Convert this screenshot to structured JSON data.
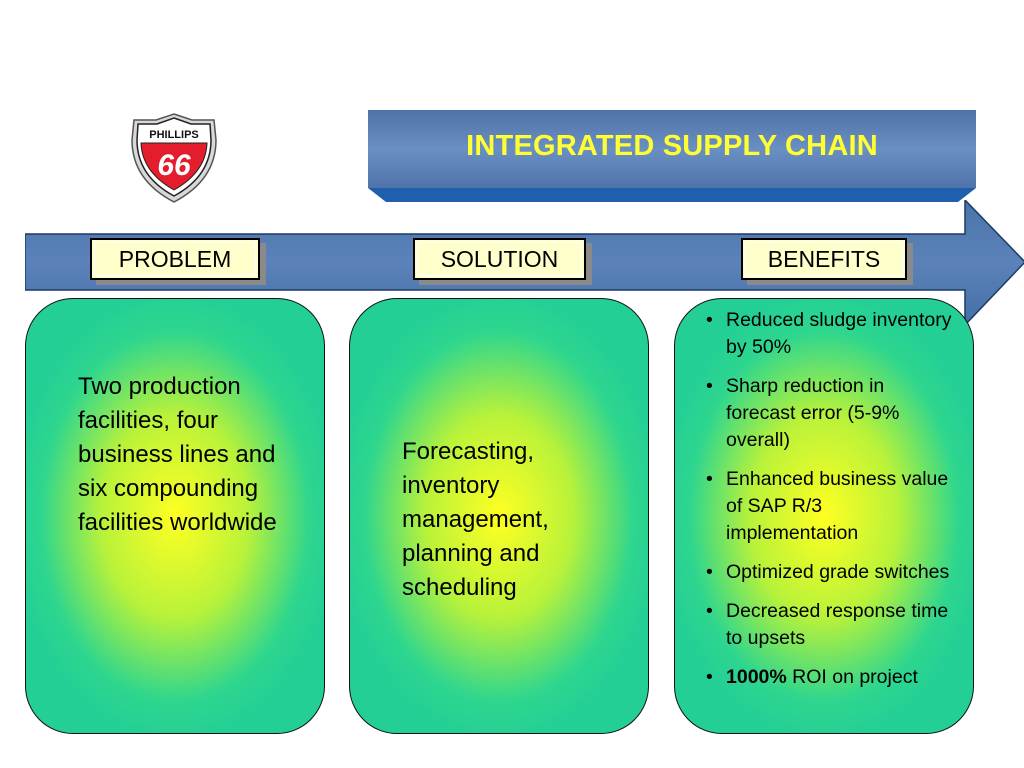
{
  "logo": {
    "top_text": "PHILLIPS",
    "number": "66",
    "brand_color": "#e31d2b"
  },
  "title": "INTEGRATED SUPPLY CHAIN",
  "labels": {
    "problem": "PROBLEM",
    "solution": "SOLUTION",
    "benefits": "BENEFITS"
  },
  "problem_text": "Two production facilities, four business lines and six compounding facilities worldwide",
  "solution_text": "Forecasting, inventory management, planning and scheduling",
  "benefits": [
    {
      "text": "Reduced sludge inventory by 50%"
    },
    {
      "text": "Sharp reduction in forecast error (5-9% overall)"
    },
    {
      "text": "Enhanced business value of SAP R/3 implementation"
    },
    {
      "text": "Optimized grade switches"
    },
    {
      "text": "Decreased response time to upsets"
    },
    {
      "bold": "1000%",
      "text": " ROI on project"
    }
  ],
  "colors": {
    "banner": "#5a7fb4",
    "arrow": "#4d77ad",
    "title_text": "#ffff33",
    "label_bg": "#ffffcc"
  }
}
